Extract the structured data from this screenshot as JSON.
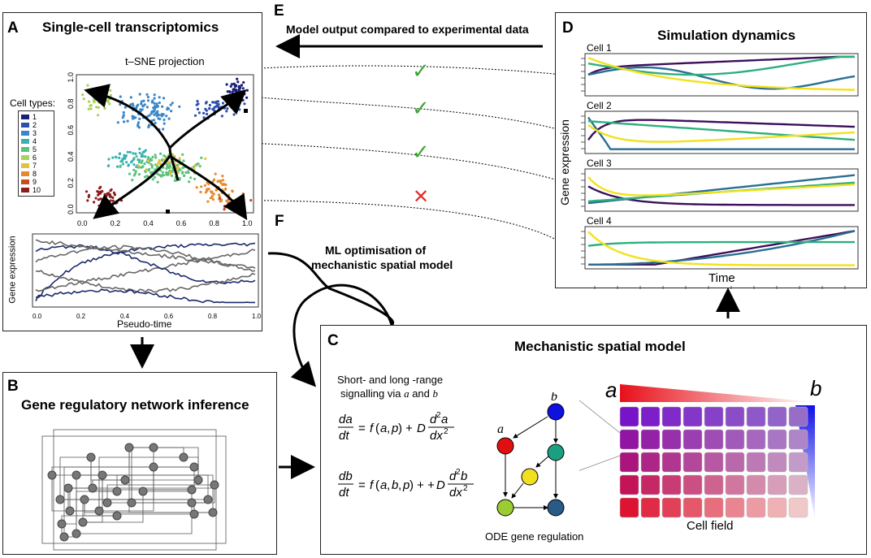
{
  "panels": {
    "A": {
      "letter": "A",
      "title": "Single-cell transcriptomics"
    },
    "B": {
      "letter": "B",
      "title": "Gene regulatory network inference"
    },
    "C": {
      "letter": "C",
      "title": "Mechanistic spatial model"
    },
    "D": {
      "letter": "D",
      "title": "Simulation dynamics"
    },
    "E": {
      "letter": "E",
      "caption": "Model output compared to experimental data"
    },
    "F": {
      "letter": "F",
      "caption_line1": "ML optimisation of",
      "caption_line2": "mechanistic spatial model"
    }
  },
  "tsne": {
    "title": "t–SNE projection",
    "legend_title": "Cell types:",
    "cell_types": [
      "1",
      "2",
      "3",
      "4",
      "5",
      "6",
      "7",
      "8",
      "9",
      "10"
    ],
    "cell_type_colors": [
      "#1b1f7a",
      "#2b4fb0",
      "#3a86c8",
      "#3bb0b0",
      "#5cc27a",
      "#a7d35a",
      "#e3c23d",
      "#e58a2b",
      "#c94a1e",
      "#8b1d1d"
    ],
    "x_ticks": [
      "0.0",
      "0.2",
      "0.4",
      "0.6",
      "0.8",
      "1.0"
    ],
    "y_ticks": [
      "0.0",
      "0.2",
      "0.4",
      "0.6",
      "0.8",
      "1.0"
    ]
  },
  "pseudotime": {
    "ylabel": "Gene expression",
    "xlabel": "Pseudo-time",
    "x_ticks": [
      "0.0",
      "0.2",
      "0.4",
      "0.6",
      "0.8",
      "1.0"
    ]
  },
  "comparison_marks": [
    "✓",
    "✓",
    "✓",
    "✕"
  ],
  "comparison_colors": [
    "#3aa832",
    "#3aa832",
    "#3aa832",
    "#e0302a"
  ],
  "model": {
    "signalling_line1": "Short- and long -range",
    "signalling_line2": "signalling via",
    "var_a": "a",
    "and_word": "and",
    "var_b": "b",
    "ode_label": "ODE gene regulation",
    "cell_field_label": "Cell field",
    "gradient_a_label": "a",
    "gradient_b_label": "b"
  },
  "simulation": {
    "ylabel": "Gene expression",
    "xlabel": "Time",
    "cells": [
      "Cell 1",
      "Cell 2",
      "Cell 3",
      "Cell 4"
    ]
  }
}
